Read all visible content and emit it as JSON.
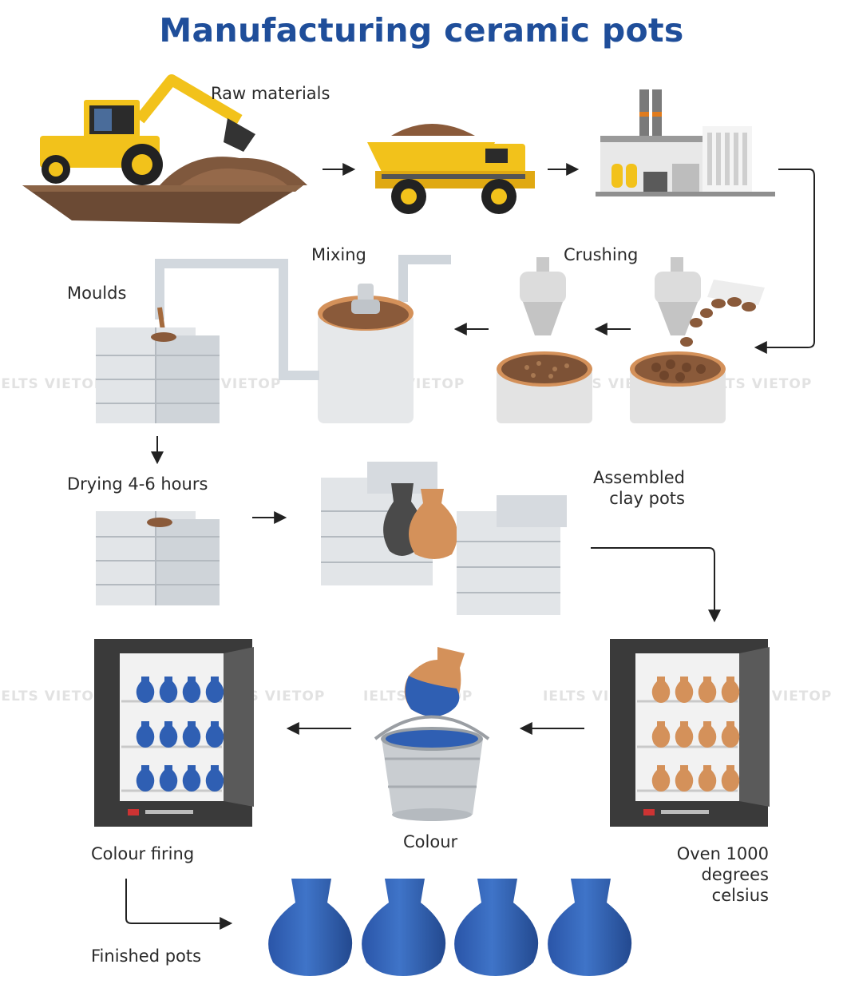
{
  "title": "Manufacturing ceramic pots",
  "labels": {
    "raw_materials": "Raw materials",
    "mixing": "Mixing",
    "crushing": "Crushing",
    "moulds": "Moulds",
    "drying": "Drying 4-6 hours",
    "assembled_line1": "Assembled",
    "assembled_line2": "clay pots",
    "colour_firing": "Colour firing",
    "colour": "Colour",
    "oven_line1": "Oven 1000",
    "oven_line2": "degrees",
    "oven_line3": "celsius",
    "finished_pots": "Finished pots"
  },
  "watermark": "IELTS VIETOP",
  "colors": {
    "title": "#1f4e9a",
    "blue_pot": "#2f5fb3",
    "clay_pot": "#d4915a",
    "mould_grey": "#d9dde2",
    "truck_yellow": "#f2c21b",
    "soil": "#8a5a3a"
  }
}
